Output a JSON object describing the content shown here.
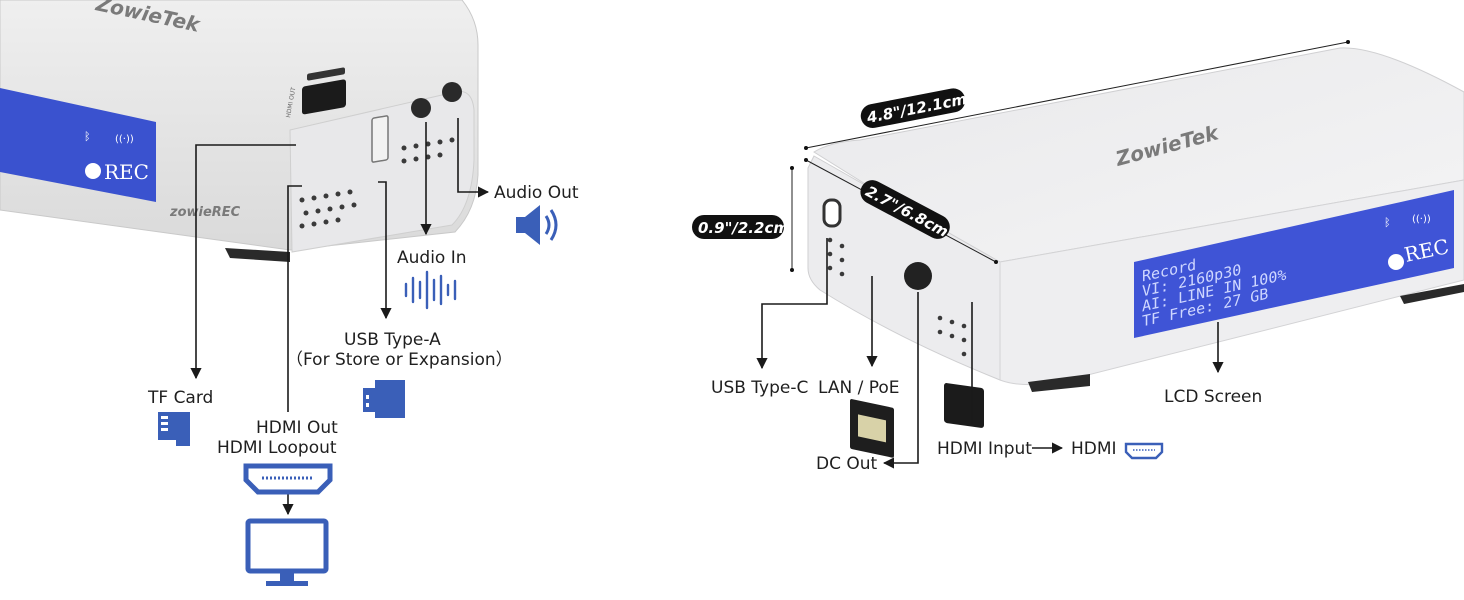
{
  "colors": {
    "accent": "#3a5ec8",
    "icon_blue": "#3a5fb8",
    "lcd_bg": "#3f54d6",
    "device_body": "#e4e4e6"
  },
  "left_device": {
    "brand": "ZowieTek",
    "model_badge": "zowieREC",
    "rec_label": "REC",
    "labels": {
      "audio_out": "Audio Out",
      "audio_in": "Audio In",
      "usb_a_line1": "USB Type-A",
      "usb_a_line2": "（For Store or Expansion）",
      "tf_card": "TF Card",
      "hdmi_out": "HDMI Out",
      "hdmi_loopout": "HDMI Loopout"
    },
    "icons": [
      "speaker-icon",
      "sound-wave-icon",
      "usb-drive-icon",
      "sd-card-icon",
      "hdmi-port-icon",
      "monitor-icon"
    ]
  },
  "right_device": {
    "brand": "ZowieTek",
    "rec_label": "REC",
    "lcd_lines": [
      "Record",
      "VI: 2160p30",
      "AI: LINE IN 100%",
      "TF Free: 27 GB"
    ],
    "dimensions": {
      "length": "4.8\"/12.1cm",
      "width": "2.7\"/6.8cm",
      "height": "0.9\"/2.2cm"
    },
    "labels": {
      "usb_c": "USB Type-C",
      "lan": "LAN / PoE",
      "dc_out": "DC Out",
      "hdmi_input": "HDMI Input",
      "hdmi": "HDMI",
      "lcd_screen": "LCD Screen"
    }
  }
}
